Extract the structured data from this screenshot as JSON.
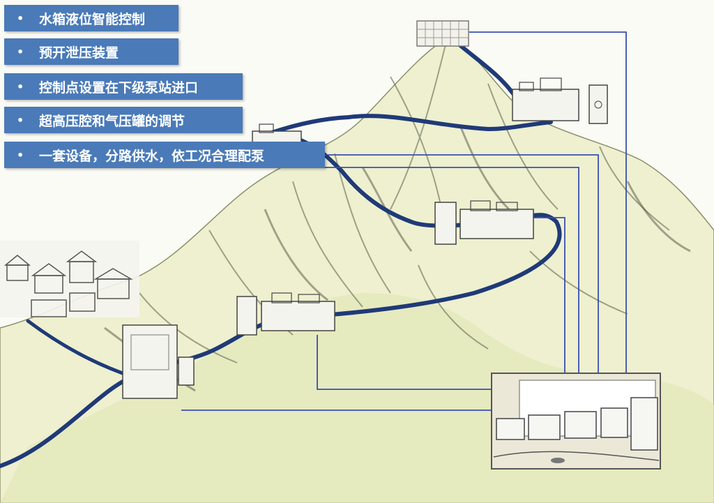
{
  "bullets": [
    "水箱液位智能控制",
    "预开泄压装置",
    "控制点设置在下级泵站进口",
    "超高压腔和气压罐的调节",
    "一套设备，分路供水，依工况合理配泵"
  ],
  "colors": {
    "bullet_bg": "#4a7ab8",
    "pipe": "#1f3a78",
    "signal_line": "#3a4fb0",
    "mountain_fill": "#eef0cf",
    "sketch": "#5a5f4a"
  },
  "icons": [
    "rooftop-water-tank-icon",
    "pump-station-icon",
    "village-icon",
    "control-room-icon"
  ]
}
